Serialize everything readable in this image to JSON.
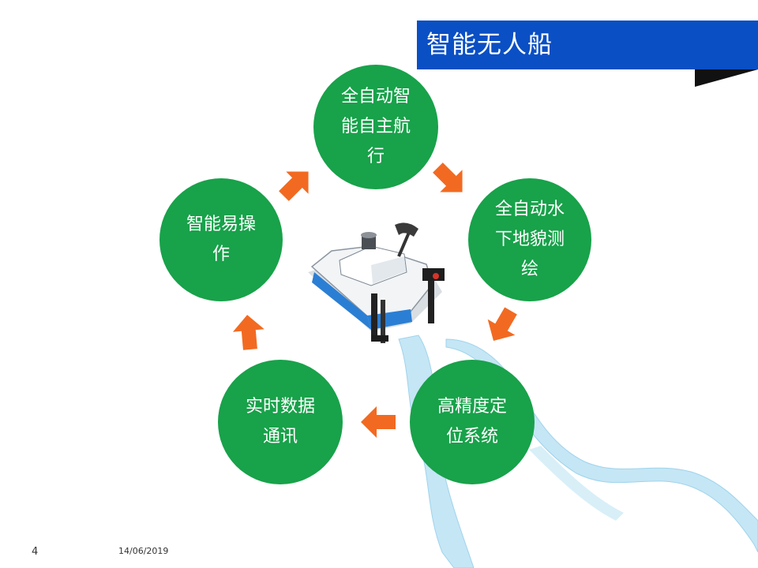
{
  "slide": {
    "title": "智能无人船",
    "page_number": "4",
    "date": "14/06/2019",
    "features": [
      {
        "id": "nav",
        "label": "全自动智\n能自主航\n行"
      },
      {
        "id": "survey",
        "label": "全自动水\n下地貌测\n绘"
      },
      {
        "id": "position",
        "label": "高精度定\n位系统"
      },
      {
        "id": "comm",
        "label": "实时数据\n通讯"
      },
      {
        "id": "easy",
        "label": "智能易操\n作"
      }
    ],
    "colors": {
      "title_bar": "#0a4fc4",
      "circle": "#18a24a",
      "arrow": "#f26a21",
      "river": "#c5e6f5"
    },
    "icons": {
      "arrow": "chevron-arrow-icon",
      "boat": "unmanned-boat-illustration",
      "river": "river-map-illustration"
    }
  }
}
